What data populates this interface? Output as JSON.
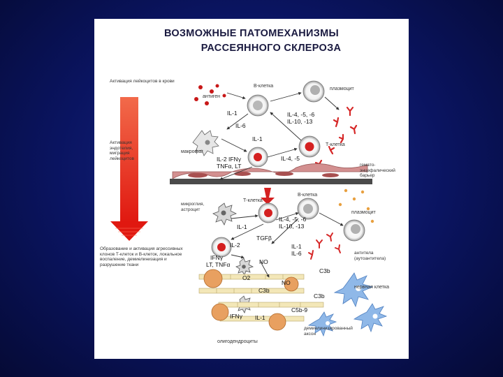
{
  "title": {
    "line1": "ВОЗМОЖНЫЕ ПАТОМЕХАНИЗМЫ",
    "line2": "РАССЕЯННОГО СКЛЕРОЗА"
  },
  "left_column": {
    "top": "Активация лейкоцитов в крови",
    "middle": "Активация эндотелия, миграция лейкоцитов",
    "bottom": "Образование и активация агрессивных клонов Т-клеток и В-клеток, локальное воспаление, демиелинизация и разрушение ткани"
  },
  "labels": {
    "antigen": "антиген",
    "b_cell_top": "В-клетка",
    "plasmocyte_top": "плазмоцит",
    "macrophage": "макрофаг",
    "t_cell_top": "Т-клетка",
    "bbb": "гемато-энцефалический барьер",
    "microglia": "микроглия, астроцит",
    "t_cell_bottom": "Т-клетка",
    "b_cell_bottom": "В-клетка",
    "plasmocyte_bottom": "плазмоцит",
    "antibodies": "антитела (аутоантитела)",
    "nerve_cell": "нервная клетка",
    "demyelinated": "демиелинизированный аксон",
    "oligodendrocytes": "олигодендроциты"
  },
  "cytokines": {
    "c1": "IL-1",
    "c2": "IL-6",
    "c3": "IL-4, -5, -6",
    "c4": "IL-10, -13",
    "c5": "IL-1",
    "c6": "IL-2 IFNγ",
    "c7": "TNFα, LT",
    "c8": "IL-4, -5",
    "c9": "IL-1",
    "c10": "IL-4, -5, -6",
    "c11": "IL-10, -13",
    "c12": "TGFβ",
    "c13": "IL-2",
    "c14": "IL-1",
    "c15": "IL-6",
    "c16": "IFNγ",
    "c17": "LT, TNFα",
    "c18": "NO",
    "c19": "C3b",
    "c20": "O2",
    "c21": "NO",
    "c22": "C3b",
    "c23": "C3b",
    "c24": "C5b-9",
    "c25": "IFNγ",
    "c26": "IL-1"
  },
  "colors": {
    "background": "#0a1460",
    "panel": "#ffffff",
    "arrow": "#e8201a",
    "cell_core": "#d42020",
    "endothelium": "#c98080",
    "axon": "#f3e7b8",
    "oligodendrocyte": "#e8a060",
    "neuron": "#8fb8e8",
    "antibody": "#d62828",
    "complement_dot": "#e8a040"
  }
}
